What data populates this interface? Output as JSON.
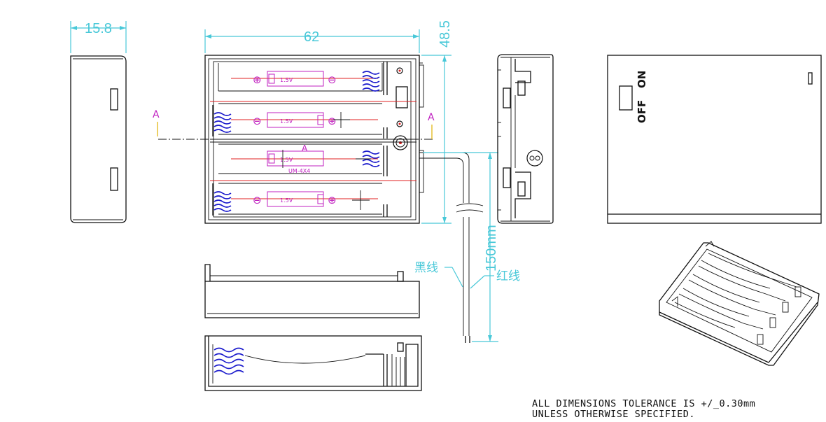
{
  "dimensions": {
    "side_width": "15.8",
    "body_width": "62",
    "body_height": "48.5",
    "cable_length": "150mm"
  },
  "wire_labels": {
    "black": "黑线",
    "red": "红线"
  },
  "battery": {
    "voltage": "1.5V",
    "model": "UM-4X4",
    "plus": "⊕",
    "minus": "⊖"
  },
  "section_marker": "A",
  "switch": {
    "on": "ON",
    "off": "OFF"
  },
  "tolerance_note": {
    "line1": "ALL DIMENSIONS TOLERANCE IS +/_0.30mm",
    "line2": "UNLESS OTHERWISE SPECIFIED."
  },
  "colors": {
    "dimension": "#48c8d8",
    "outline": "#111111",
    "spring": "#1a1acc",
    "cell": "#c020c0",
    "centerline": "#e02020"
  }
}
